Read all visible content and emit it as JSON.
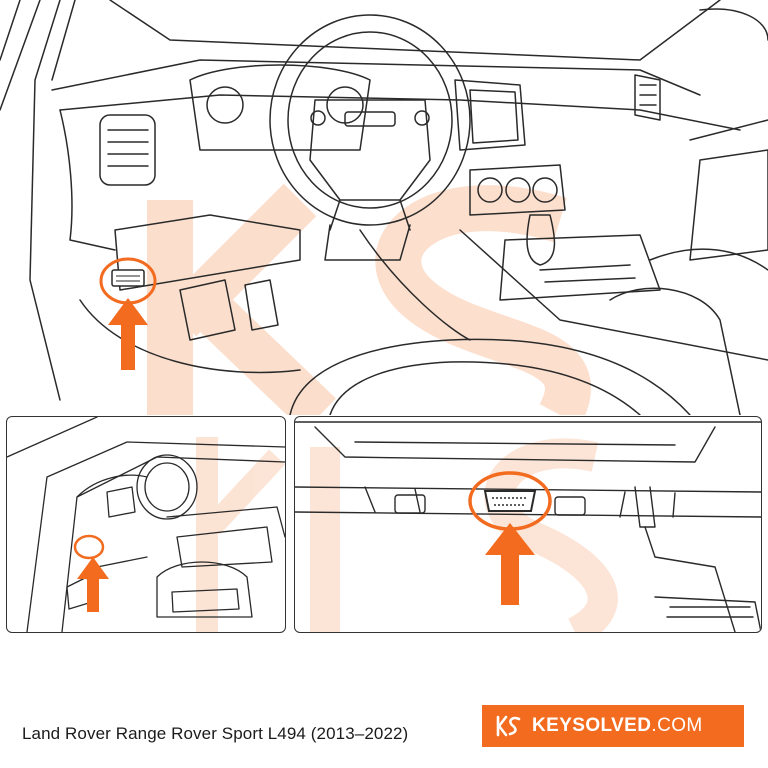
{
  "caption": "Land Rover Range Rover Sport L494 (2013–2022)",
  "brand": {
    "name": "KEYSOLVED",
    "suffix": ".COM",
    "logo_icon": "ks-logo-icon"
  },
  "colors": {
    "accent": "#f26b1f",
    "line": "#2a2a2a",
    "watermark": "#fbd9c4"
  }
}
